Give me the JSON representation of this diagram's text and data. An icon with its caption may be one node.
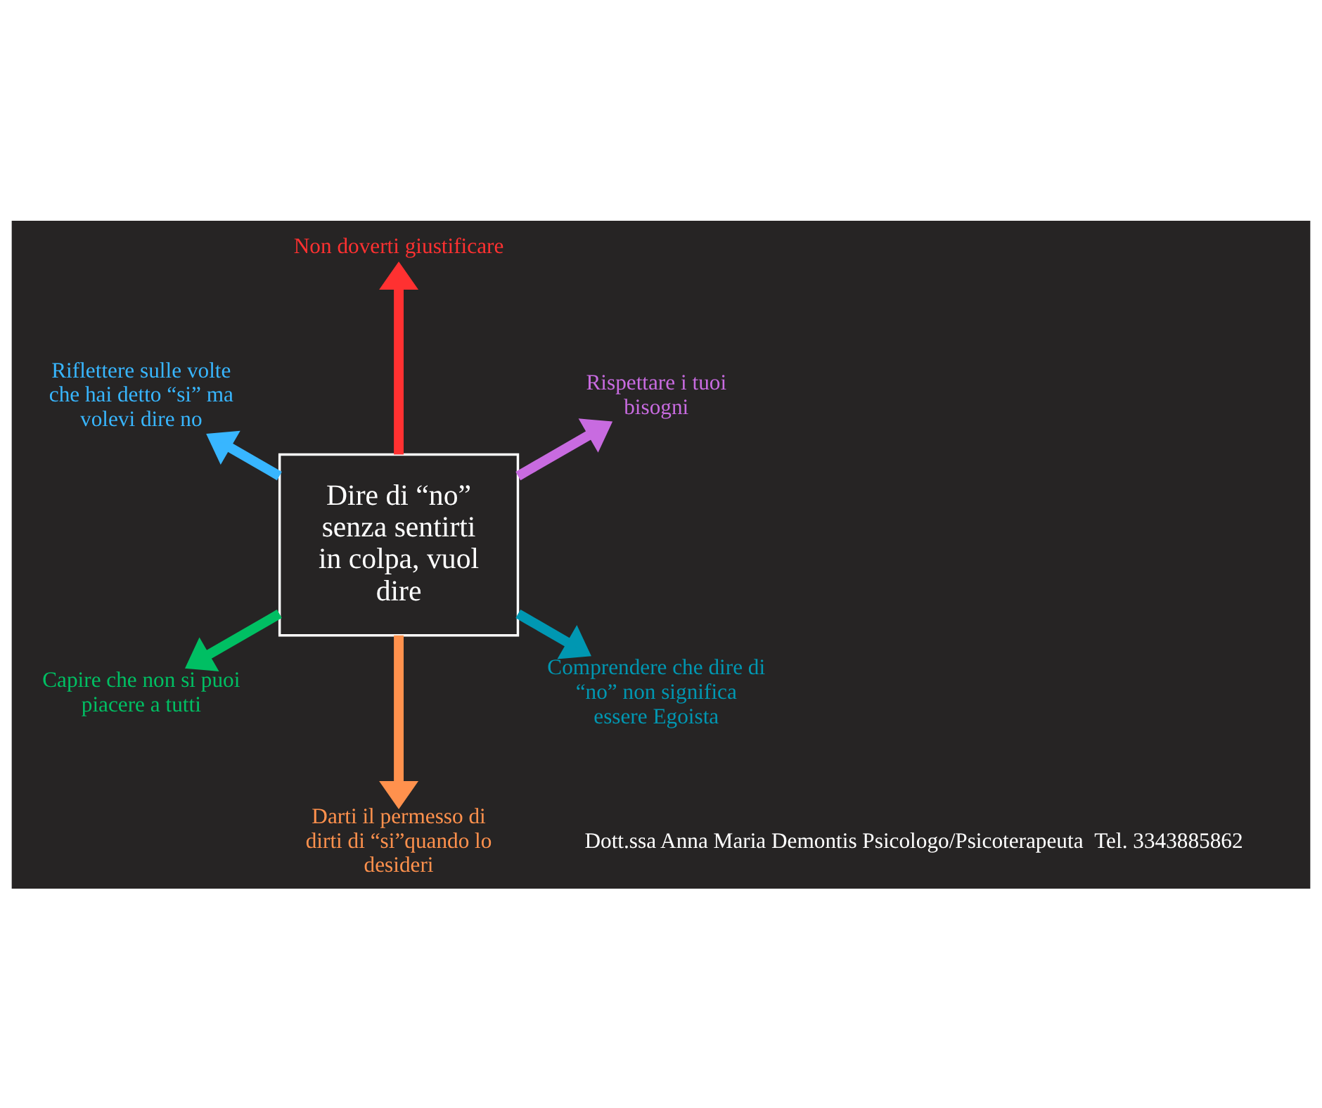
{
  "diagram": {
    "nodes": [
      {
        "text": [
          "Dire di “no” senza sentirti in colpa, vuol dire"
        ]
      },
      {
        "text": [
          "Rispettare i tuoi bisogni"
        ]
      },
      {
        "text": [
          "Non doverti giustificare"
        ]
      },
      {
        "text": [
          "Riflettere sulle volte che hai detto “si” ma volevi dire no"
        ]
      },
      {
        "text": [
          "Capire che non si puoi piacere a tutti"
        ]
      },
      {
        "text": [
          "Darti il permesso di dirti di “si”quando lo desideri"
        ]
      },
      {
        "text": [
          "Comprendere che dire di “no” non significa essere Egoista"
        ]
      }
    ],
    "edges": [
      {
        "from": 0,
        "to": 3,
        "arrow": "to",
        "color": "#38b6ff"
      },
      {
        "from": 0,
        "to": 1,
        "arrow": "to",
        "color": "#c86be0"
      },
      {
        "from": 0,
        "to": 2,
        "arrow": "to",
        "color": "#ff3131"
      },
      {
        "from": 0,
        "to": 4,
        "arrow": "to",
        "color": "#00bf63"
      },
      {
        "from": 0,
        "to": 6,
        "arrow": "to",
        "color": "#0097b2"
      },
      {
        "from": 0,
        "to": 5,
        "arrow": "to",
        "color": "#ff914d"
      }
    ],
    "labels": [
      "Dott.ssa Anna Maria Demontis Psicologo/Psicoterapeuta  Tel. 3343885862"
    ]
  }
}
